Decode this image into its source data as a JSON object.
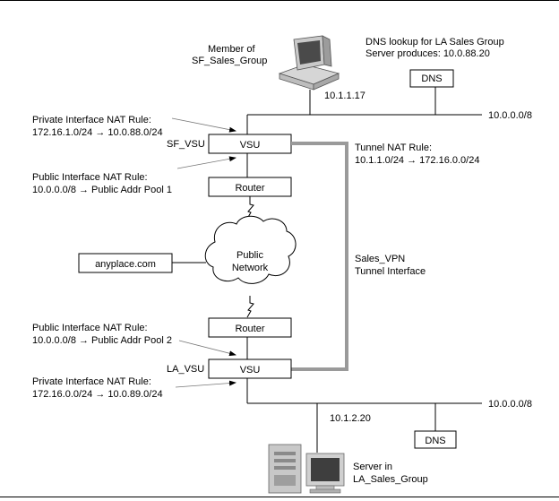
{
  "header": {
    "member_line1": "Member of",
    "member_line2": "SF_Sales_Group",
    "dns_lookup_line1": "DNS lookup for LA Sales Group",
    "dns_lookup_line2": "Server produces: 10.0.88.20"
  },
  "top_network": {
    "host_ip": "10.1.1.17",
    "dns_label": "DNS",
    "subnet": "10.0.0.0/8"
  },
  "sf_site": {
    "private_nat_title": "Private Interface NAT Rule:",
    "private_nat_rule": "172.16.1.0/24 → 10.0.88.0/24",
    "vsu_name": "SF_VSU",
    "vsu_label": "VSU",
    "public_nat_title": "Public Interface NAT Rule:",
    "public_nat_rule": "10.0.0.0/8 → Public Addr Pool 1",
    "router_label": "Router"
  },
  "tunnel": {
    "nat_title": "Tunnel NAT Rule:",
    "nat_rule": "10.1.1.0/24 → 172.16.0.0/24",
    "vpn_line1": "Sales_VPN",
    "vpn_line2": "Tunnel Interface"
  },
  "public_network": {
    "line1": "Public",
    "line2": "Network",
    "anyplace_label": "anyplace.com"
  },
  "la_site": {
    "public_nat_title": "Public Interface NAT Rule:",
    "public_nat_rule": "10.0.0.0/8 → Public Addr Pool 2",
    "router_label": "Router",
    "vsu_name": "LA_VSU",
    "vsu_label": "VSU",
    "private_nat_title": "Private Interface NAT Rule:",
    "private_nat_rule": "172.16.0.0/24 → 10.0.89.0/24"
  },
  "bottom_network": {
    "subnet": "10.0.0.0/8",
    "server_ip": "10.1.2.20",
    "dns_label": "DNS",
    "server_line1": "Server in",
    "server_line2": "LA_Sales_Group"
  }
}
